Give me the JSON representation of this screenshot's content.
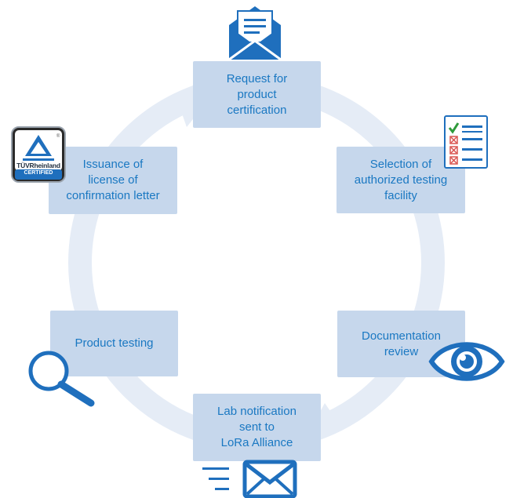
{
  "steps": [
    {
      "label": "Request for\nproduct\ncertification"
    },
    {
      "label": "Selection of\nauthorized testing\nfacility"
    },
    {
      "label": "Documentation\nreview"
    },
    {
      "label": "Lab notification\nsent to\nLoRa Alliance"
    },
    {
      "label": "Product testing"
    },
    {
      "label": "Issuance of\nlicense of\nconfirmation letter"
    }
  ],
  "badge": {
    "name": "TÜVRheinland",
    "status": "CERTIFIED"
  },
  "colors": {
    "box": "#c6d7ec",
    "text": "#1a78c2",
    "ring": "#e5ecf6",
    "icon": "#1f6fbd",
    "check": "#2e9a3a",
    "cross": "#d9534f"
  },
  "icons": [
    "open-envelope-icon",
    "checklist-icon",
    "eye-icon",
    "fast-mail-icon",
    "magnifier-icon",
    "tuv-certified-badge-icon"
  ]
}
